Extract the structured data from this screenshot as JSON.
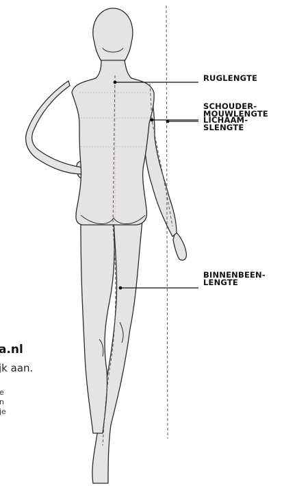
{
  "brand_text": "a.nl",
  "intro_text": "jk aan.",
  "side_fragments": [
    "e",
    "n",
    "je"
  ],
  "measurements": {
    "back_length": {
      "lines": [
        "RUGLENGTE"
      ]
    },
    "shoulder_sleeve_length": {
      "lines": [
        "SCHOUDER-",
        "MOUWLENGTE"
      ]
    },
    "body_length": {
      "lines": [
        "LICHAAM-",
        "SLENGTE"
      ]
    },
    "inseam_length": {
      "lines": [
        "BINNENBEEN-",
        "LENGTE"
      ]
    }
  },
  "colors": {
    "figure_fill": "#e4e4e4",
    "outline": "#2a2a2a",
    "guide_line": "#555555",
    "seam_line": "#e8a0a0"
  }
}
